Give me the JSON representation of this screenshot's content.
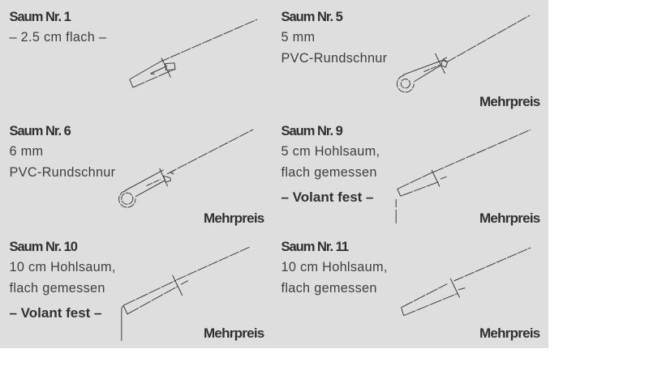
{
  "document": {
    "language": "de",
    "description": "Saum-Varianten (hem type options) diagram sheet",
    "colors": {
      "page_background": "#ffffff",
      "panel_background": "#dedede",
      "text": "#3d3d3d",
      "line": "#3c3c3c"
    }
  },
  "panels": [
    {
      "id": "saum-1",
      "title": "Saum Nr. 1",
      "lines": [
        "– 2.5 cm flach –"
      ],
      "note": "",
      "surcharge": "",
      "drawing": "flat-hem"
    },
    {
      "id": "saum-5",
      "title": "Saum Nr. 5",
      "lines": [
        "5 mm",
        "PVC-Rundschnur"
      ],
      "note": "",
      "surcharge": "Mehrpreis",
      "drawing": "cord-hem-5mm"
    },
    {
      "id": "saum-6",
      "title": "Saum Nr. 6",
      "lines": [
        "6 mm",
        "PVC-Rundschnur"
      ],
      "note": "",
      "surcharge": "Mehrpreis",
      "drawing": "cord-hem-6mm"
    },
    {
      "id": "saum-9",
      "title": "Saum Nr. 9",
      "lines": [
        "5 cm Hohlsaum,",
        "flach gemessen"
      ],
      "note": "– Volant fest –",
      "surcharge": "Mehrpreis",
      "drawing": "hollow-hem-5cm-valance"
    },
    {
      "id": "saum-10",
      "title": "Saum Nr. 10",
      "lines": [
        "10 cm Hohlsaum,",
        "flach gemessen"
      ],
      "note": "– Volant fest –",
      "surcharge": "Mehrpreis",
      "drawing": "hollow-hem-10cm-valance"
    },
    {
      "id": "saum-11",
      "title": "Saum Nr. 11",
      "lines": [
        "10 cm Hohlsaum,",
        "flach gemessen"
      ],
      "note": "",
      "surcharge": "Mehrpreis",
      "drawing": "hollow-hem-10cm"
    }
  ]
}
